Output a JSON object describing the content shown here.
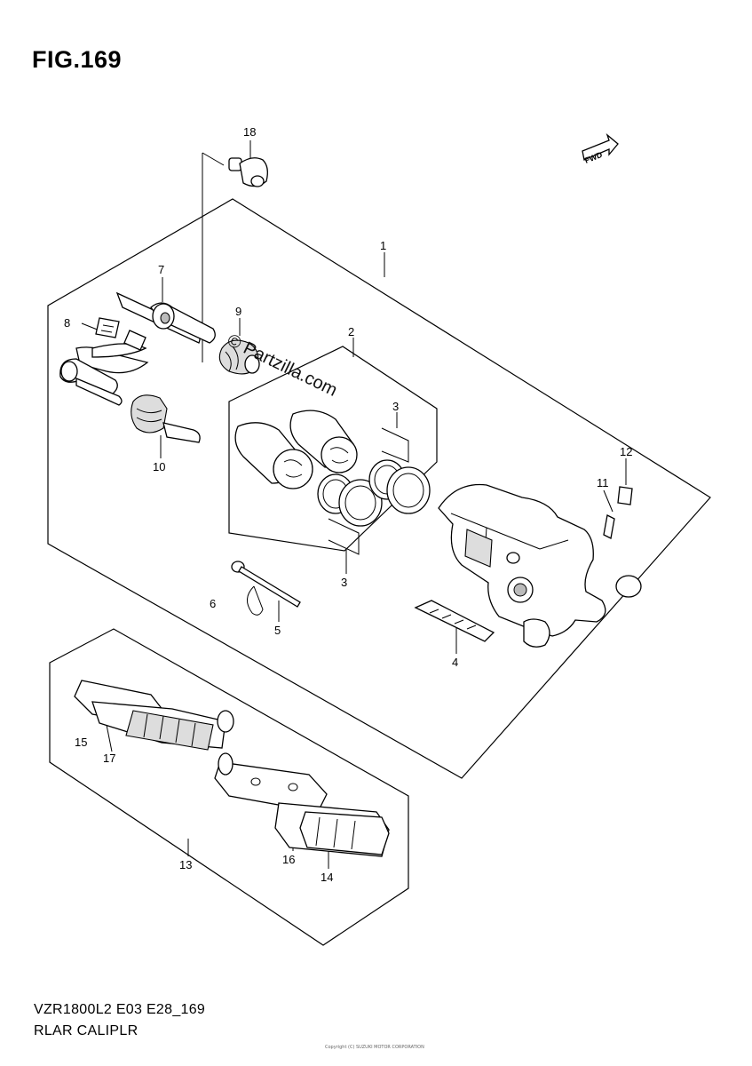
{
  "figure": {
    "title": "FIG.169"
  },
  "watermark": "© Partzilla.com",
  "fwd_label": "FWD",
  "callouts": [
    "1",
    "2",
    "3",
    "3",
    "4",
    "5",
    "6",
    "7",
    "8",
    "9",
    "10",
    "11",
    "12",
    "13",
    "14",
    "15",
    "16",
    "17",
    "18"
  ],
  "footer": {
    "code": "VZR1800L2 E03 E28_169",
    "caption": "RLAR CALIPLR",
    "note": "Copyright (C) SUZUKI MOTOR CORPORATION"
  }
}
